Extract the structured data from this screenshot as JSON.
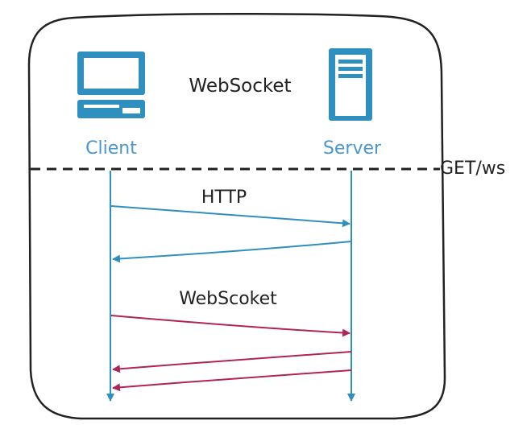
{
  "diagram": {
    "title": "WebSocket",
    "participants": {
      "client": {
        "label": "Client",
        "icon": "computer-monitor-icon"
      },
      "server": {
        "label": "Server",
        "icon": "server-tower-icon"
      }
    },
    "divider_label": "GET/ws",
    "sections": [
      {
        "label": "HTTP",
        "color": "#2f8fbf"
      },
      {
        "label": "WebScoket",
        "color": "#b0245a"
      }
    ],
    "colors": {
      "icon": "#2f8fbf",
      "participant_text": "#4a96d2",
      "text": "#222222",
      "frame": "#222222"
    }
  }
}
